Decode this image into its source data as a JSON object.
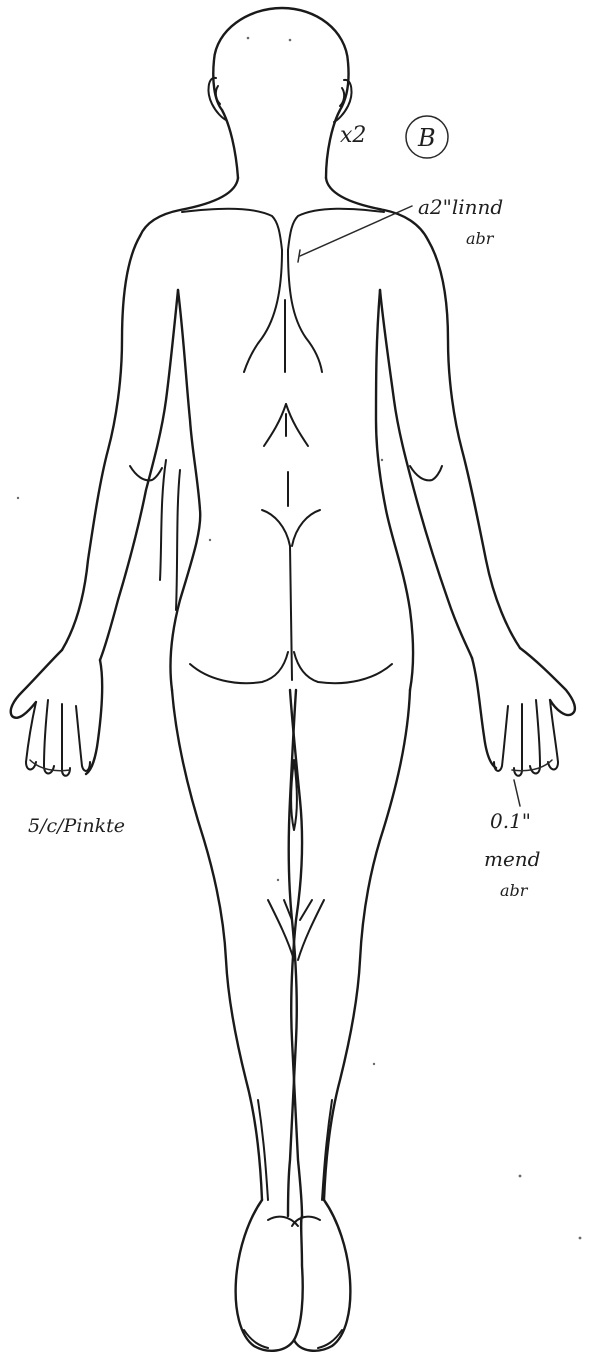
{
  "annotations": {
    "head_count": "x2",
    "circled_mark": "B",
    "upper_back_line1": "a2\"linnd",
    "upper_back_line2": "abr",
    "left_hand_note": "5/c/Pinkte",
    "right_hand_line1": "0.1\"",
    "right_hand_line2": "mend",
    "right_hand_line3": "abr"
  },
  "colors": {
    "ink": "#1a1a1a",
    "paper": "#ffffff"
  }
}
